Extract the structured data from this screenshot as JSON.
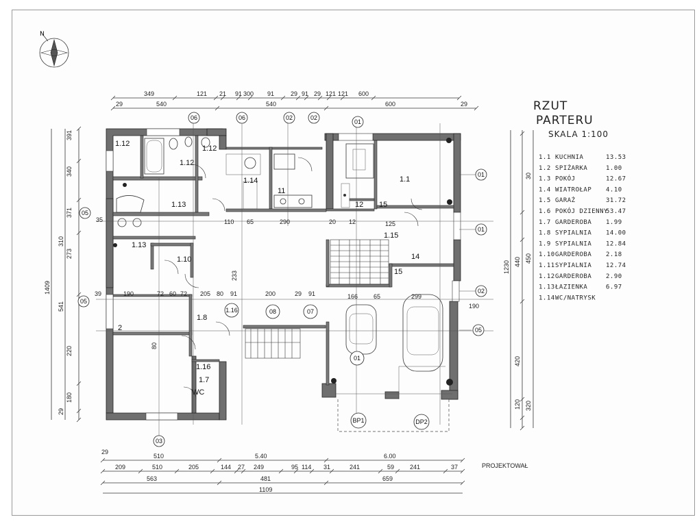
{
  "title": {
    "line1": "RZUT",
    "line2": "PARTERU",
    "scale": "SKALA 1:100"
  },
  "north_label": "N",
  "projektowal": "PROJEKTOWAŁ",
  "legend": [
    {
      "num": "1.1",
      "name": "KUCHNIA",
      "area": "13.53"
    },
    {
      "num": "1.2",
      "name": "SPIŻARKA",
      "area": "1.00"
    },
    {
      "num": "1.3",
      "name": "POKÓJ",
      "area": "12.67"
    },
    {
      "num": "1.4",
      "name": "WIATROŁAP",
      "area": "4.10"
    },
    {
      "num": "1.5",
      "name": "GARAŻ",
      "area": "31.72"
    },
    {
      "num": "1.6",
      "name": "POKÓJ DZIENNY",
      "area": "53.47"
    },
    {
      "num": "1.7",
      "name": "GARDEROBA",
      "area": "1.99"
    },
    {
      "num": "1.8",
      "name": "SYPIALNIA",
      "area": "14.00"
    },
    {
      "num": "1.9",
      "name": "SYPIALNIA",
      "area": "12.84"
    },
    {
      "num": "1.10",
      "name": "GARDEROBA",
      "area": "2.18"
    },
    {
      "num": "1.11",
      "name": "SYPIALNIA",
      "area": "12.74"
    },
    {
      "num": "1.12",
      "name": "GARDEROBA",
      "area": "2.90"
    },
    {
      "num": "1.13",
      "name": "ŁAZIENKA",
      "area": "6.97"
    },
    {
      "num": "1.14",
      "name": "WC/NATRYSK",
      "area": ""
    }
  ],
  "rooms": {
    "r112a": "1.12",
    "r112b": "1.12",
    "r112c": "1.12",
    "r113a": "1.13",
    "r113b": "1.13",
    "r110": "1.10",
    "r11": "11",
    "r114": "1.14",
    "r11k": "1.1",
    "r12": "12",
    "r15": "15",
    "r115": "1.15",
    "r14": "14",
    "r15b": "15",
    "r18": "1.8",
    "r116": "1.16",
    "r17": "1.7",
    "r2": "2",
    "rwc": "WC"
  },
  "top_dims": {
    "row1": [
      "349",
      "121",
      "21",
      "91",
      "300",
      "91",
      "29",
      "91",
      "29",
      "121",
      "121",
      "600"
    ],
    "row2": [
      "540",
      "540",
      "600"
    ],
    "left_small": "29",
    "right_small": "29"
  },
  "bottom_dims": {
    "row1": [
      "510",
      "5.40",
      "6.00"
    ],
    "row2": [
      "209",
      "510",
      "205",
      "144",
      "27",
      "249",
      "95",
      "114",
      "31",
      "241",
      "59",
      "241",
      "37"
    ],
    "row3": [
      "563",
      "481",
      "659"
    ],
    "total": "1109",
    "left_small": "29"
  },
  "left_dims": [
    "391",
    "340",
    "371",
    "310",
    "273",
    "541",
    "220",
    "1409",
    "180",
    "29"
  ],
  "right_dims": [
    "1230",
    "420",
    "120",
    "450",
    "440",
    "320",
    "30"
  ],
  "interior_dims": [
    "35",
    "110",
    "65",
    "290",
    "20",
    "12",
    "125",
    "39",
    "190",
    "72",
    "60",
    "72",
    "205",
    "80",
    "91",
    "200",
    "29",
    "91",
    "166",
    "65",
    "299",
    "190",
    "80",
    "233"
  ],
  "axis_bubbles": {
    "top": [
      "06",
      "06",
      "02",
      "02",
      "01"
    ],
    "left": [
      "05",
      "05"
    ],
    "right": [
      "01",
      "01",
      "02",
      "05"
    ],
    "bottom": [
      "03",
      "BP1",
      "DP2"
    ],
    "inner": [
      "1.16",
      "08",
      "07",
      "01"
    ]
  }
}
